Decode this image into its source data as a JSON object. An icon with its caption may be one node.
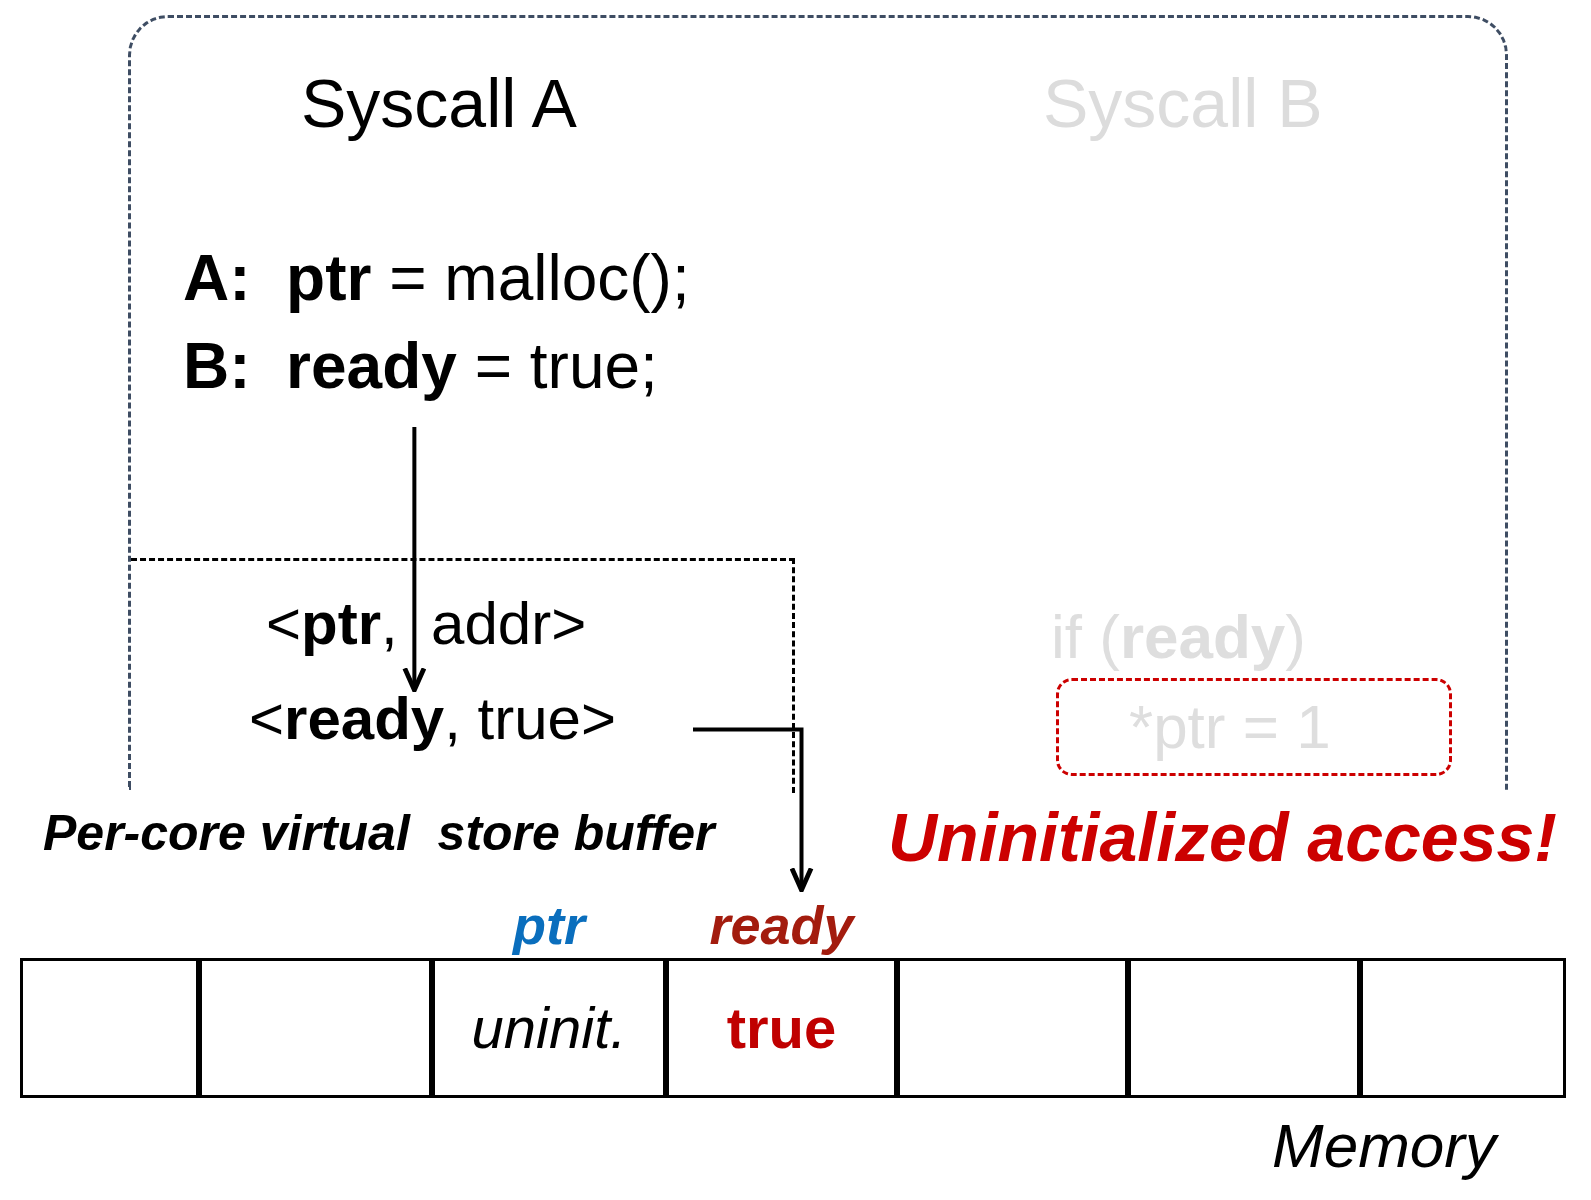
{
  "diagram": {
    "nodes": [
      {
        "text": [
          "Syscall A",
          "Syscall B"
        ]
      },
      {
        "text": [
          "**A:**  **ptr** = malloc();",
          "**B:**  **ready** = true;"
        ],
        "in": 0
      },
      {
        "text": [
          "Per-core virtual  store buffer"
        ],
        "in": 0
      },
      {
        "text": [
          "<**ptr**,  addr>"
        ],
        "in": 2
      },
      {
        "text": [
          "<**ready**, true>"
        ],
        "in": 2
      },
      {
        "text": [
          "*ptr = 1"
        ],
        "in": 0,
        "beside": [
          "if (**ready**)"
        ]
      },
      {
        "text": [],
        "shape": "box"
      },
      {
        "text": [],
        "shape": "box"
      },
      {
        "text": [
          "ptr",
          "uninit."
        ]
      },
      {
        "text": [
          "ready",
          "true"
        ]
      },
      {
        "text": [],
        "shape": "box"
      },
      {
        "text": [],
        "shape": "box"
      },
      {
        "text": [],
        "shape": "box"
      }
    ],
    "edges": [
      {
        "from": 1,
        "to": 4,
        "arrow": "to"
      },
      {
        "from": 4,
        "to": 9,
        "arrow": "to"
      }
    ],
    "labels": [
      "Uninitialized access!",
      "Memory"
    ]
  }
}
